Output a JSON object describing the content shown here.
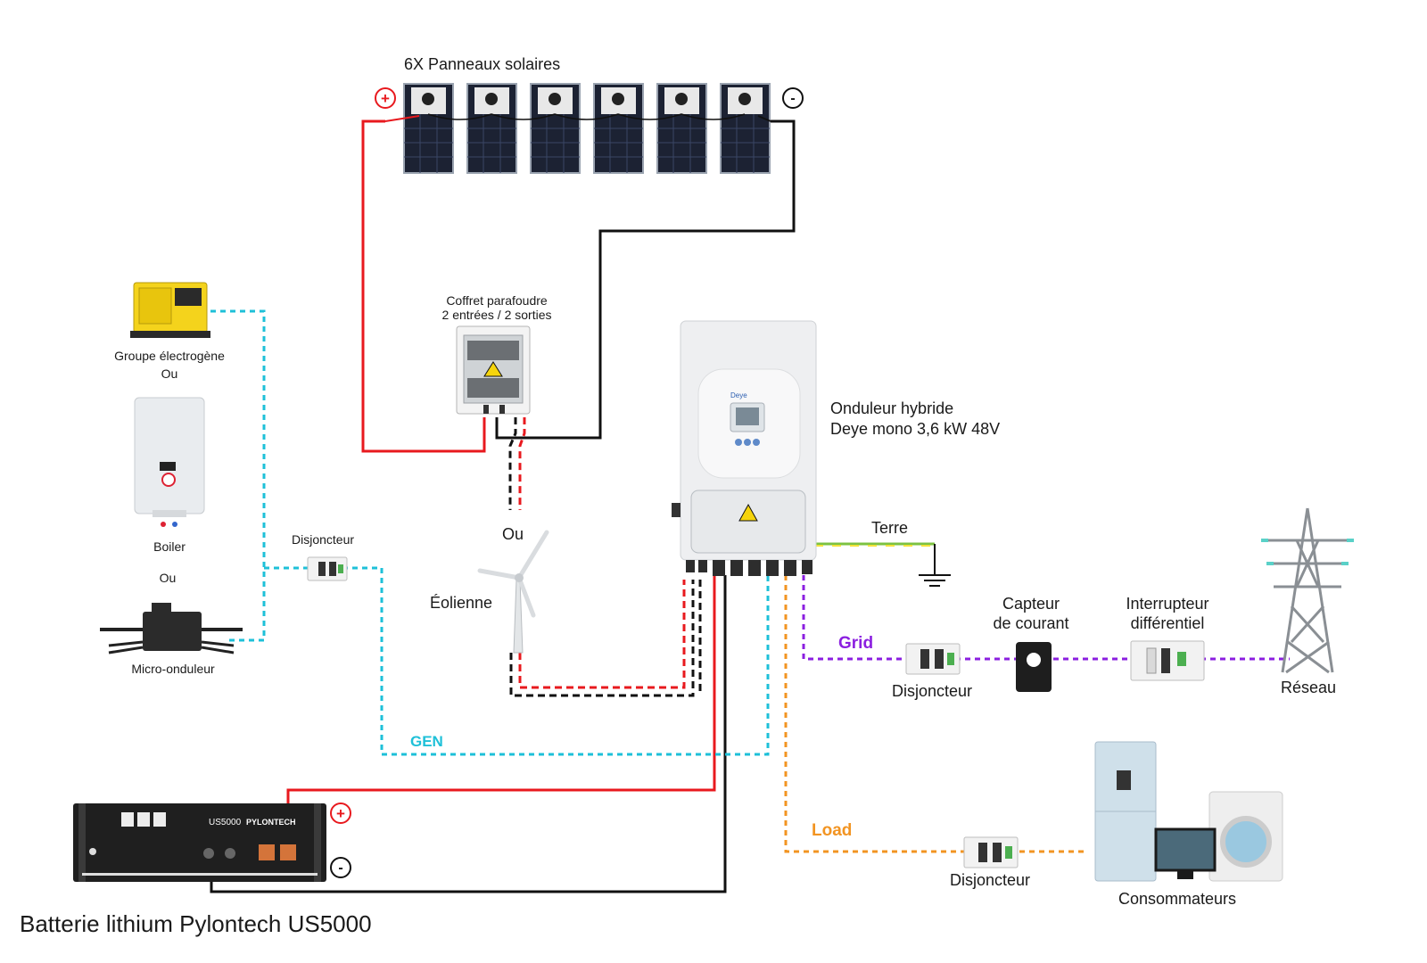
{
  "labels": {
    "solar_panels": "6X Panneaux solaires",
    "surge_box_1": "Coffret parafoudre",
    "surge_box_2": "2 entrées / 2 sorties",
    "inverter_1": "Onduleur hybride",
    "inverter_2": "Deye mono 3,6 kW 48V",
    "generator": "Groupe électrogène",
    "or_1": "Ou",
    "boiler": "Boiler",
    "or_2": "Ou",
    "micro_inverter": "Micro-onduleur",
    "breaker_gen": "Disjoncteur",
    "or_wind": "Ou",
    "wind_turbine": "Éolienne",
    "earth": "Terre",
    "grid_tag": "Grid",
    "breaker_grid": "Disjoncteur",
    "current_sensor_1": "Capteur",
    "current_sensor_2": "de courant",
    "rcd_1": "Interrupteur",
    "rcd_2": "différentiel",
    "network": "Réseau",
    "gen_tag": "GEN",
    "load_tag": "Load",
    "breaker_load": "Disjoncteur",
    "consumers": "Consommateurs",
    "battery": "Batterie lithium Pylontech US5000",
    "battery_model": "US5000",
    "battery_brand": "PYLONTECH",
    "plus": "+",
    "minus": "-"
  },
  "colors": {
    "positive": "#e8191e",
    "negative": "#111111",
    "gen": "#1ec0d8",
    "grid": "#8b1fe0",
    "load": "#f29422",
    "earth_green": "#7cc242",
    "earth_yellow": "#f4e23a"
  }
}
